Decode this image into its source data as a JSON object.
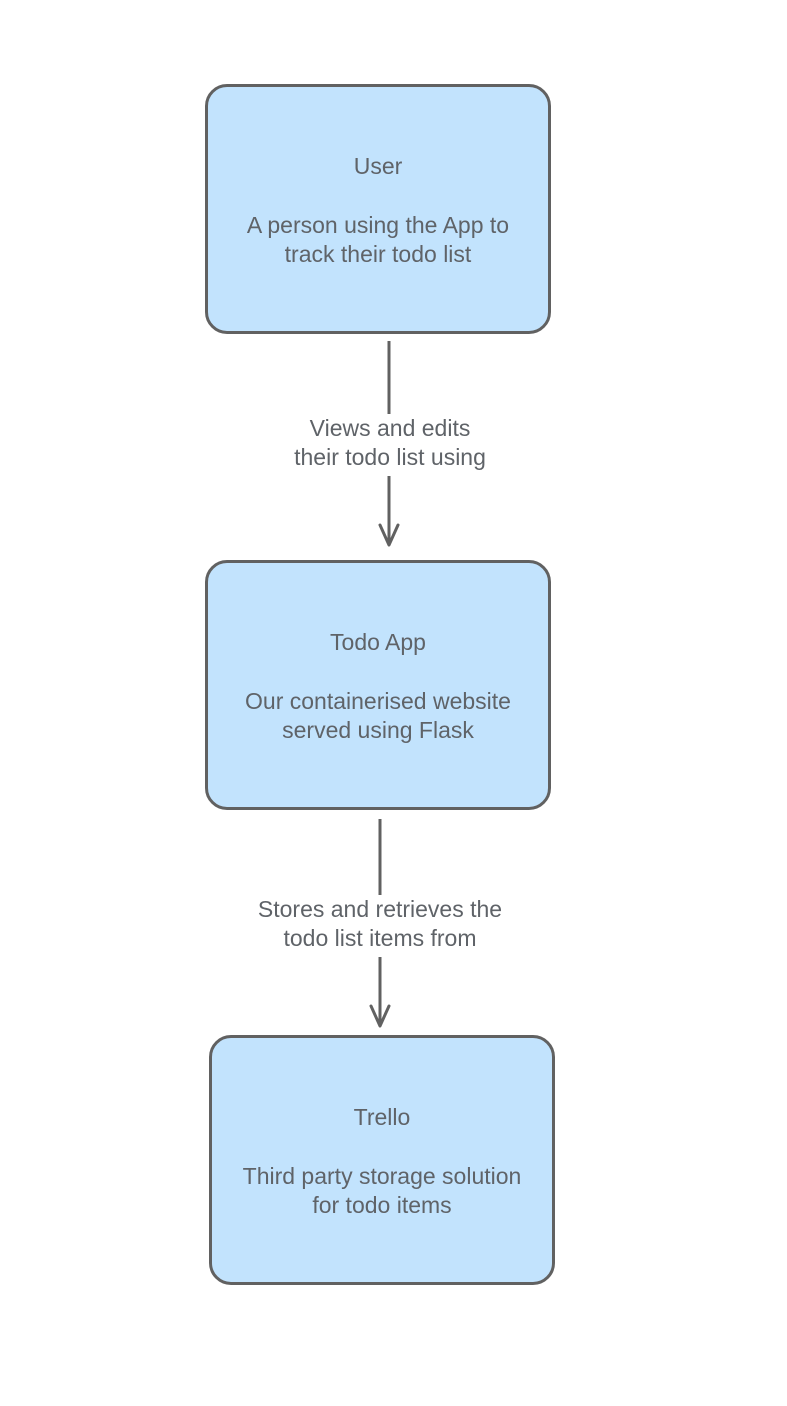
{
  "nodes": {
    "user": {
      "title": "User",
      "description_lines": [
        "A person using the App to",
        "track their todo list"
      ]
    },
    "todo_app": {
      "title": "Todo App",
      "description_lines": [
        "Our containerised website",
        "served using Flask"
      ]
    },
    "trello": {
      "title": "Trello",
      "description_lines": [
        "Third party storage solution",
        "for todo items"
      ]
    }
  },
  "edges": {
    "user_to_app": {
      "label_lines": [
        "Views and edits",
        "their todo list using"
      ]
    },
    "app_to_trello": {
      "label_lines": [
        "Stores and retrieves the",
        "todo list items from"
      ]
    }
  },
  "colors": {
    "node_fill": "#c2e3fd",
    "node_border": "#616161",
    "text": "#5f6368",
    "edge": "#616161"
  }
}
